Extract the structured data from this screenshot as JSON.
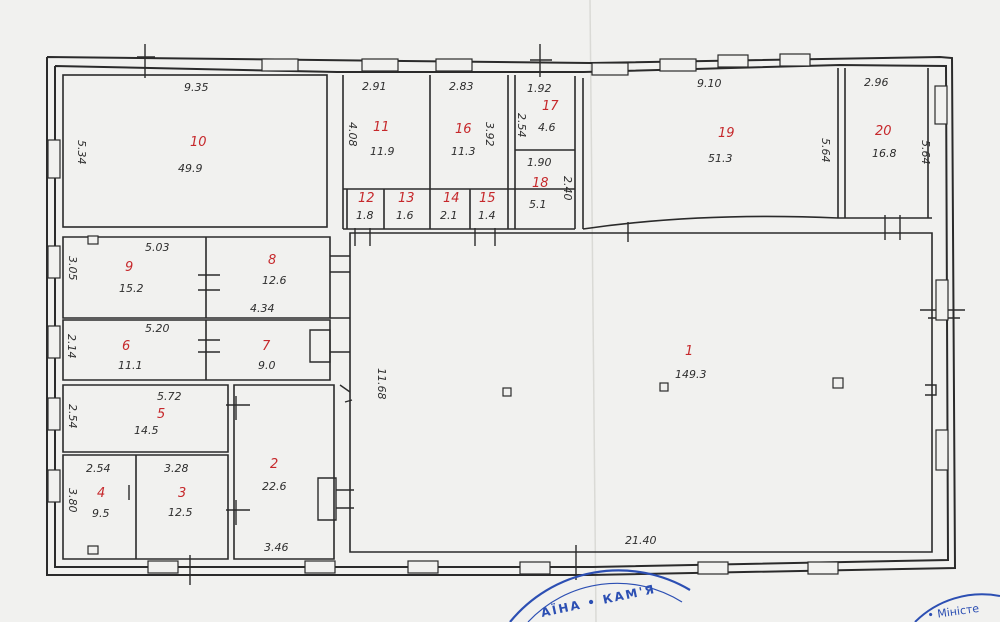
{
  "rooms": [
    {
      "id": "r10",
      "number": "10",
      "area": "49.9",
      "dims": [
        "9.35",
        "5.34"
      ]
    },
    {
      "id": "r11",
      "number": "11",
      "area": "11.9",
      "dims": [
        "2.91",
        "4.08"
      ]
    },
    {
      "id": "r16",
      "number": "16",
      "area": "11.3",
      "dims": [
        "2.83",
        "3.92"
      ]
    },
    {
      "id": "r17",
      "number": "17",
      "area": "4.6",
      "dims": [
        "1.92",
        "2.54"
      ]
    },
    {
      "id": "r18",
      "number": "18",
      "area": "5.1",
      "dims": [
        "1.90",
        "2.40"
      ]
    },
    {
      "id": "r12",
      "number": "12",
      "area": "1.8",
      "dims": []
    },
    {
      "id": "r13",
      "number": "13",
      "area": "1.6",
      "dims": []
    },
    {
      "id": "r14",
      "number": "14",
      "area": "2.1",
      "dims": []
    },
    {
      "id": "r15",
      "number": "15",
      "area": "1.4",
      "dims": []
    },
    {
      "id": "r19",
      "number": "19",
      "area": "51.3",
      "dims": [
        "9.10",
        "5.64"
      ]
    },
    {
      "id": "r20",
      "number": "20",
      "area": "16.8",
      "dims": [
        "2.96",
        "5.64"
      ]
    },
    {
      "id": "r9",
      "number": "9",
      "area": "15.2",
      "dims": [
        "5.03",
        "3.05"
      ]
    },
    {
      "id": "r8",
      "number": "8",
      "area": "12.6",
      "dims": [
        "4.34"
      ]
    },
    {
      "id": "r6",
      "number": "6",
      "area": "11.1",
      "dims": [
        "5.20",
        "2.14"
      ]
    },
    {
      "id": "r7",
      "number": "7",
      "area": "9.0",
      "dims": []
    },
    {
      "id": "r5",
      "number": "5",
      "area": "14.5",
      "dims": [
        "5.72",
        "2.54"
      ]
    },
    {
      "id": "r4",
      "number": "4",
      "area": "9.5",
      "dims": [
        "2.54",
        "3.80"
      ]
    },
    {
      "id": "r3",
      "number": "3",
      "area": "12.5",
      "dims": [
        "3.28"
      ]
    },
    {
      "id": "r2",
      "number": "2",
      "area": "22.6",
      "dims": [
        "3.46"
      ]
    },
    {
      "id": "r1",
      "number": "1",
      "area": "149.3",
      "dims": [
        "21.40",
        "11.68"
      ]
    }
  ],
  "stamp": {
    "main": "АЇНА • КАМ'Я",
    "side": "• Міністе"
  }
}
